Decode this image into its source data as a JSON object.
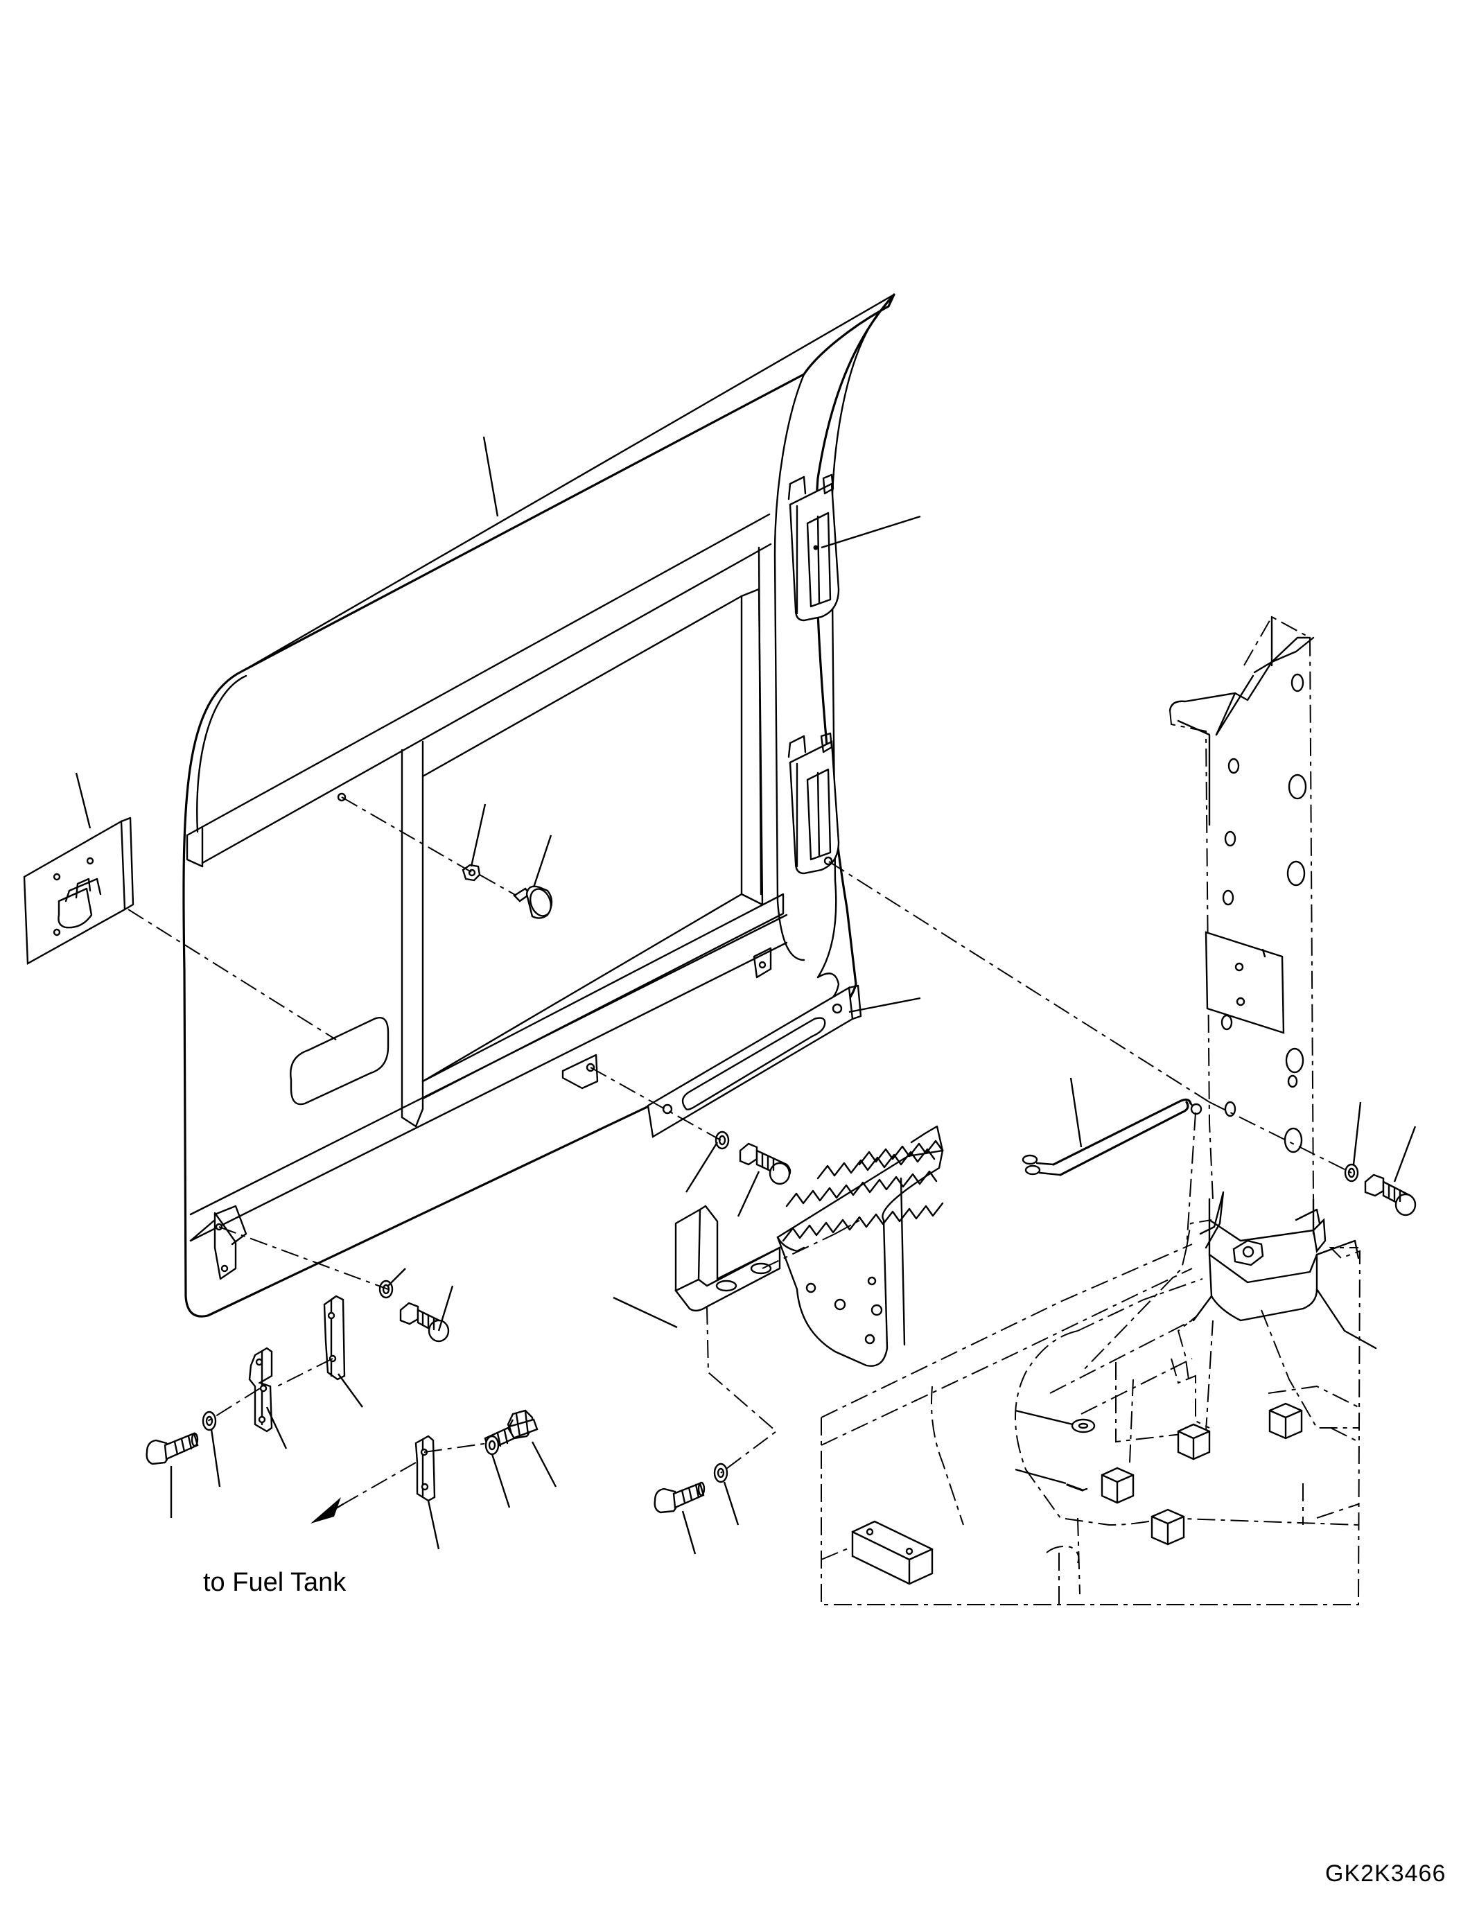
{
  "diagram": {
    "annotation": "to Fuel Tank",
    "drawing_code": "GK2K3466"
  },
  "colors": {
    "line": "#000000",
    "background": "#ffffff"
  },
  "parts": [
    {
      "id": "door-panel"
    },
    {
      "id": "upper-hinge"
    },
    {
      "id": "lower-hinge"
    },
    {
      "id": "door-lock-striker"
    },
    {
      "id": "door-stopper-nut"
    },
    {
      "id": "door-stopper-cushion"
    },
    {
      "id": "slotted-stay-plate"
    },
    {
      "id": "door-stay-rod"
    },
    {
      "id": "mounting-bracket"
    },
    {
      "id": "step-assembly"
    },
    {
      "id": "cab-pillar"
    },
    {
      "id": "floor-frame"
    },
    {
      "id": "bolts"
    },
    {
      "id": "washers"
    },
    {
      "id": "clips"
    },
    {
      "id": "fuel-tank-arrow"
    }
  ]
}
